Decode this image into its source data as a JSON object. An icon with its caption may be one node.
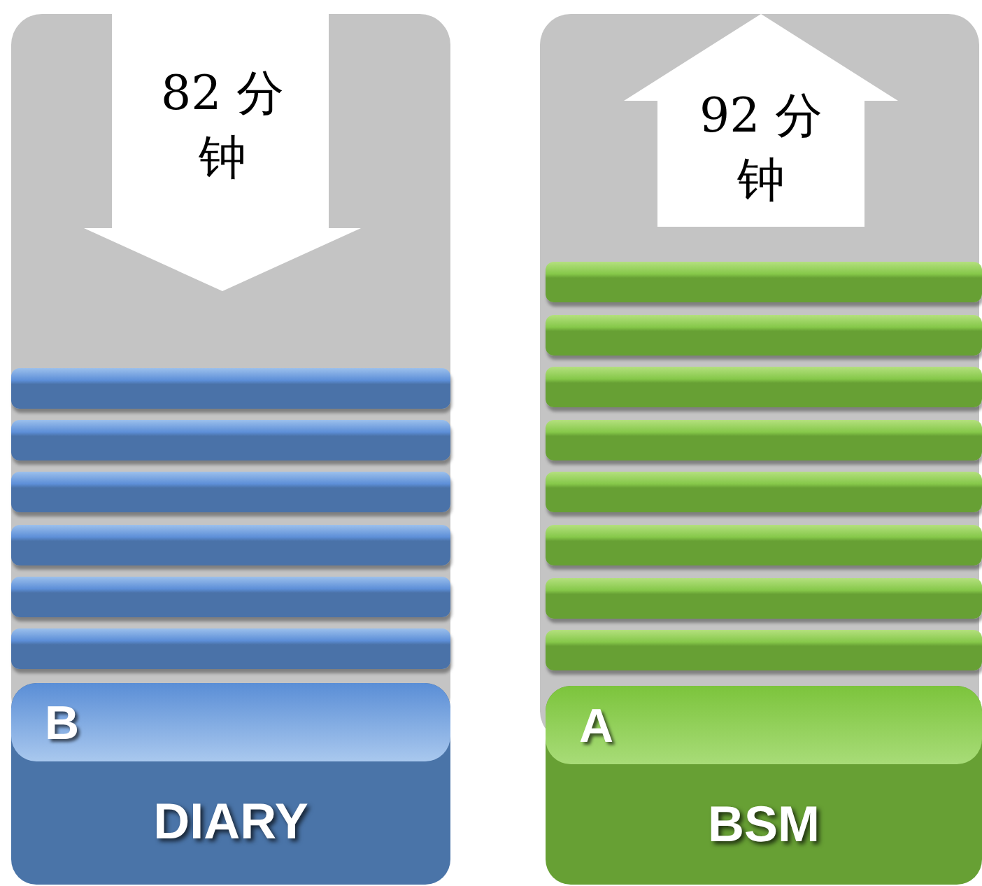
{
  "diagram": {
    "nodes": [
      {
        "text": [
          "82 分钟"
        ]
      },
      {
        "text": [],
        "shape": "bar"
      },
      {
        "text": [],
        "shape": "bar"
      },
      {
        "text": [],
        "shape": "bar"
      },
      {
        "text": [],
        "shape": "bar"
      },
      {
        "text": [],
        "shape": "bar"
      },
      {
        "text": [],
        "shape": "bar"
      },
      {
        "text": [
          "B",
          "DIARY"
        ]
      },
      {
        "text": [
          "92 分钟"
        ]
      },
      {
        "text": [],
        "shape": "bar"
      },
      {
        "text": [],
        "shape": "bar"
      },
      {
        "text": [],
        "shape": "bar"
      },
      {
        "text": [],
        "shape": "bar"
      },
      {
        "text": [],
        "shape": "bar"
      },
      {
        "text": [],
        "shape": "bar"
      },
      {
        "text": [],
        "shape": "bar"
      },
      {
        "text": [],
        "shape": "bar"
      },
      {
        "text": [
          "A",
          "BSM"
        ]
      }
    ]
  }
}
